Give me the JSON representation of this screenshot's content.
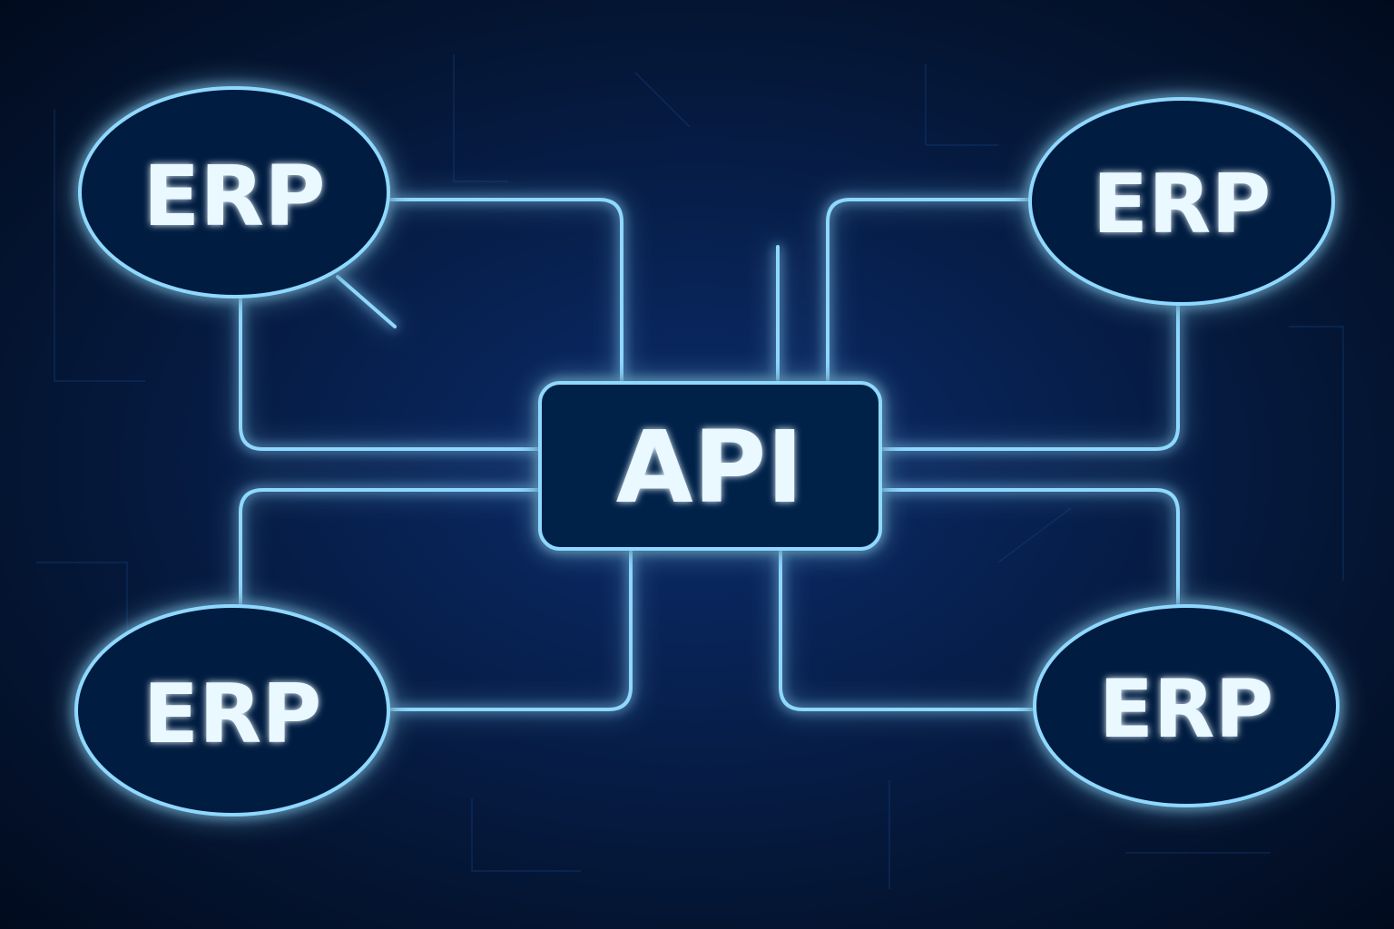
{
  "diagram": {
    "hub": {
      "label": "API"
    },
    "nodes": [
      {
        "label": "ERP"
      },
      {
        "label": "ERP"
      },
      {
        "label": "ERP"
      },
      {
        "label": "ERP"
      }
    ]
  },
  "colors": {
    "background": "#04122e",
    "line": "#8fd8ff",
    "glow": "#1a8cff",
    "node_fill": "#041a3f",
    "text": "#eaf8ff"
  }
}
